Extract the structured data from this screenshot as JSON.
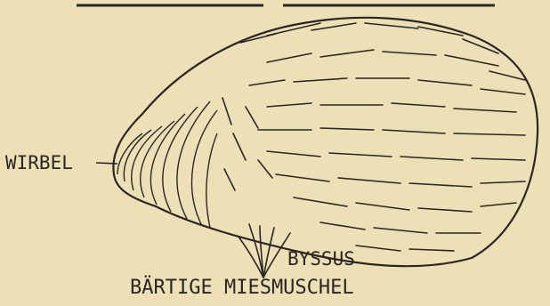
{
  "labels": {
    "wirbel": "WIRBEL",
    "byssus": "BYSSUS",
    "title": "BÄRTIGE MIESMUSCHEL"
  },
  "colors": {
    "paper": "#ede0b6",
    "ink": "#2a2623"
  }
}
